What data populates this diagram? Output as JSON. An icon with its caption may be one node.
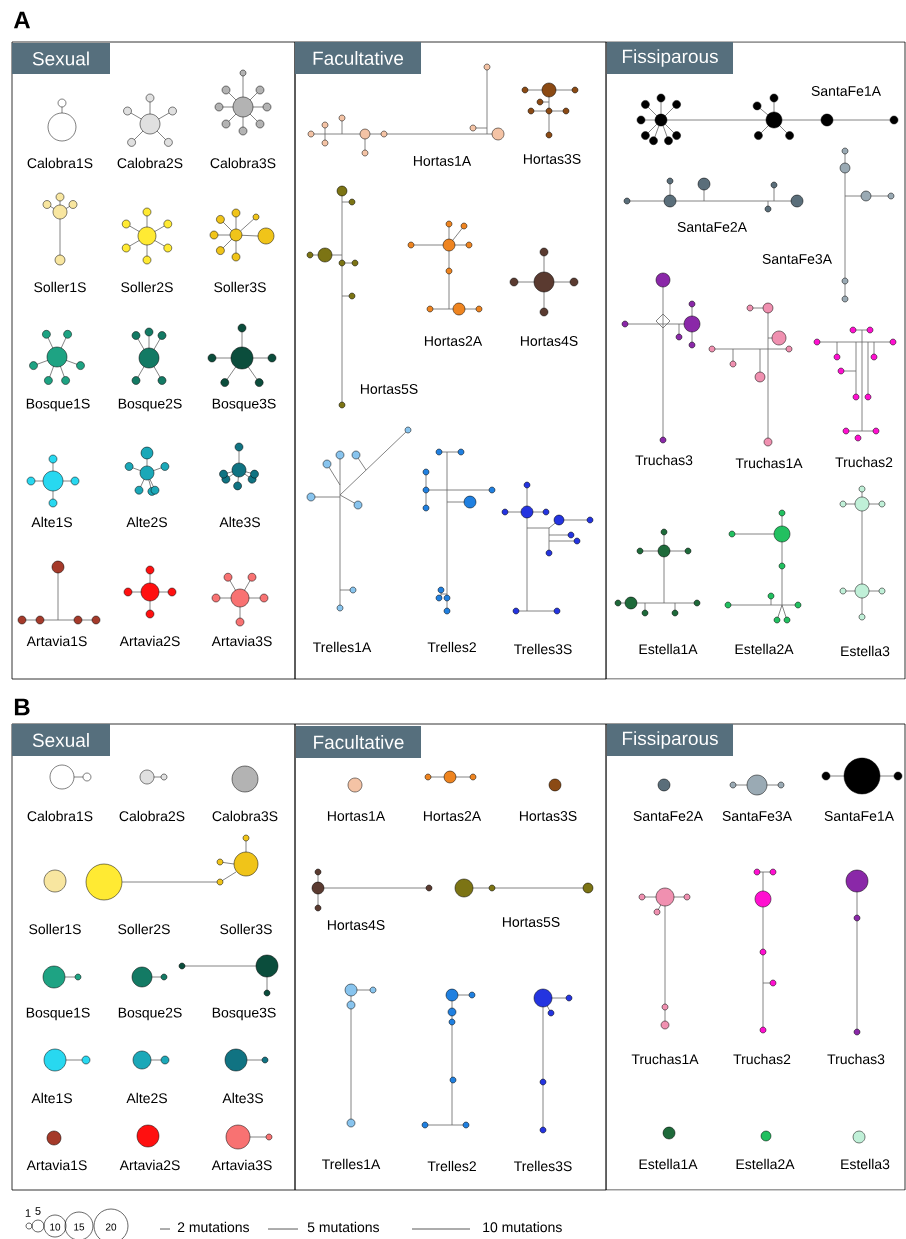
{
  "diagram": {
    "nodes": [
      {
        "text": [
          "Sexual",
          "Calobra1S",
          "Calobra2S",
          "Calobra3S",
          "Soller1S",
          "Soller2S",
          "Soller3S",
          "Bosque1S",
          "Bosque2S",
          "Bosque3S",
          "Alte1S",
          "Alte2S",
          "Alte3S",
          "Artavia1S",
          "Artavia2S",
          "Artavia3S"
        ]
      },
      {
        "text": [
          "Facultative",
          "Hortas1A",
          "Hortas3S",
          "Hortas2A",
          "Hortas4S",
          "Hortas5S",
          "Trelles1A",
          "Trelles2",
          "Trelles3S"
        ]
      },
      {
        "text": [
          "Fissiparous",
          "SantaFe1A",
          "SantaFe2A",
          "SantaFe3A",
          "Truchas3",
          "Truchas1A",
          "Truchas2",
          "Estella1A",
          "Estella2A",
          "Estella3"
        ]
      },
      {
        "text": [
          "Sexual",
          "Calobra1S",
          "Calobra2S",
          "Calobra3S",
          "Soller1S",
          "Soller2S",
          "Soller3S",
          "Bosque1S",
          "Bosque2S",
          "Bosque3S",
          "Alte1S",
          "Alte2S",
          "Alte3S",
          "Artavia1S",
          "Artavia2S",
          "Artavia3S"
        ]
      },
      {
        "text": [
          "Facultative",
          "Hortas1A",
          "Hortas2A",
          "Hortas3S",
          "Hortas4S",
          "Hortas5S",
          "Trelles1A",
          "Trelles2",
          "Trelles3S"
        ]
      },
      {
        "text": [
          "Fissiparous",
          "SantaFe2A",
          "SantaFe3A",
          "SantaFe1A",
          "Truchas1A",
          "Truchas2",
          "Truchas3",
          "Estella1A",
          "Estella2A",
          "Estella3"
        ]
      }
    ],
    "labels": [
      "A",
      "B",
      "1",
      "5",
      "10",
      "15",
      "20"
    ],
    "legend": [
      {
        "text": "2 mutations"
      },
      {
        "text": "5 mutations"
      },
      {
        "text": "10 mutations"
      }
    ]
  }
}
